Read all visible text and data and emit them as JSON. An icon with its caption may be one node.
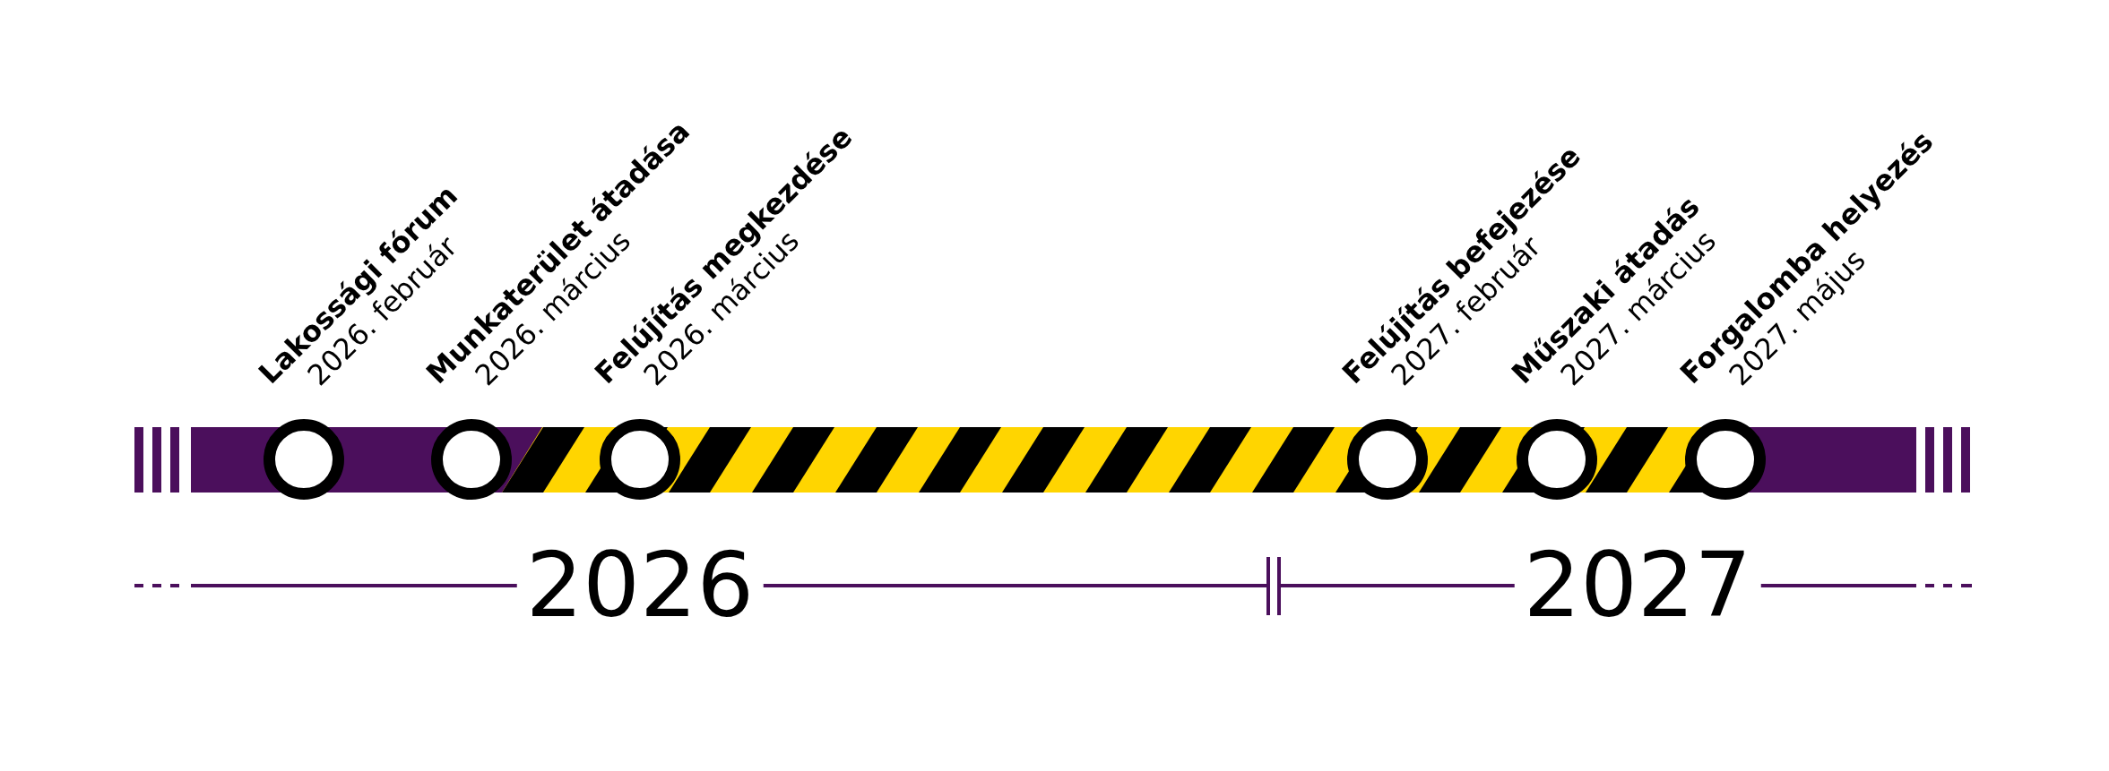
{
  "diagram": {
    "nodes": [
      {
        "text": [
          "Lakossági fórum",
          "2026. február"
        ]
      },
      {
        "text": [
          "Munkaterület átadása",
          "2026. március"
        ]
      },
      {
        "text": [
          "Felújítás megkezdése",
          "2026. március"
        ]
      },
      {
        "text": [
          "Felújítás befejezése",
          "2027. február"
        ]
      },
      {
        "text": [
          "Műszaki átadás",
          "2027. március"
        ]
      },
      {
        "text": [
          "Forgalomba helyezés",
          "2027. május"
        ]
      }
    ],
    "labels": [
      "2026",
      "2027"
    ]
  }
}
